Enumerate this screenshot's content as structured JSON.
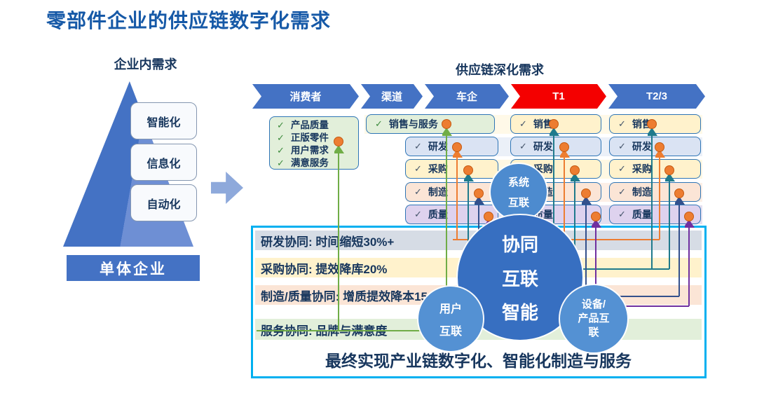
{
  "page": {
    "title": "零部件企业的供应链数字化需求"
  },
  "left_section": {
    "header": "企业内需求",
    "pyramid": {
      "levels": [
        "智能化",
        "信息化",
        "自动化"
      ]
    },
    "base_label": "单体企业"
  },
  "right_section": {
    "header": "供应链深化需求",
    "chain": {
      "segments": [
        {
          "label": "消费者"
        },
        {
          "label": "渠道"
        },
        {
          "label": "车企"
        },
        {
          "label": "T1"
        },
        {
          "label": "T2/3"
        }
      ]
    },
    "consumer_needs": [
      "产品质量",
      "正版零件",
      "用户需求",
      "满意服务"
    ],
    "sales_service_label": "销售与服务",
    "oem_rows": [
      "研发",
      "采购",
      "制造",
      "质量"
    ],
    "t1_rows": [
      "销售",
      "研发",
      "采购",
      "制造",
      "质量"
    ],
    "t23_rows": [
      "销售",
      "研发",
      "采购",
      "制造",
      "质量"
    ]
  },
  "collaboration_box": {
    "rows": [
      "研发协同: 时间缩短30%+",
      "采购协同: 提效降库20%",
      "制造/质量协同: 增质提效降本15",
      "服务协同: 品牌与满意度"
    ],
    "footer": "最终实现产业链数字化、智能化制造与服务"
  },
  "hub_circles": {
    "system": [
      "系统",
      "互联"
    ],
    "center": [
      "协同",
      "互联",
      "智能"
    ],
    "user": [
      "用户",
      "互联"
    ],
    "device": [
      "设备/",
      "产品互",
      "联"
    ]
  },
  "icons": {
    "check": "✓"
  },
  "colors": {
    "title_blue": "#1659a7",
    "chain_blue": "#4472c4",
    "chain_red": "#f40000",
    "box_green": "#e2efda",
    "box_yellow": "#fff2cc",
    "box_blue": "#dae3f3",
    "box_peach": "#fbe5d6",
    "box_purple": "#ded2ee",
    "row_gray_blue": "#d6dce5",
    "cyan_border": "#00b0f0",
    "line_green": "#70ad47",
    "line_orange": "#ed7d31",
    "line_teal": "#1f7a8c",
    "line_indigo": "#33508c",
    "line_purple": "#7030a0",
    "dot_orange": "#ed7d31"
  }
}
